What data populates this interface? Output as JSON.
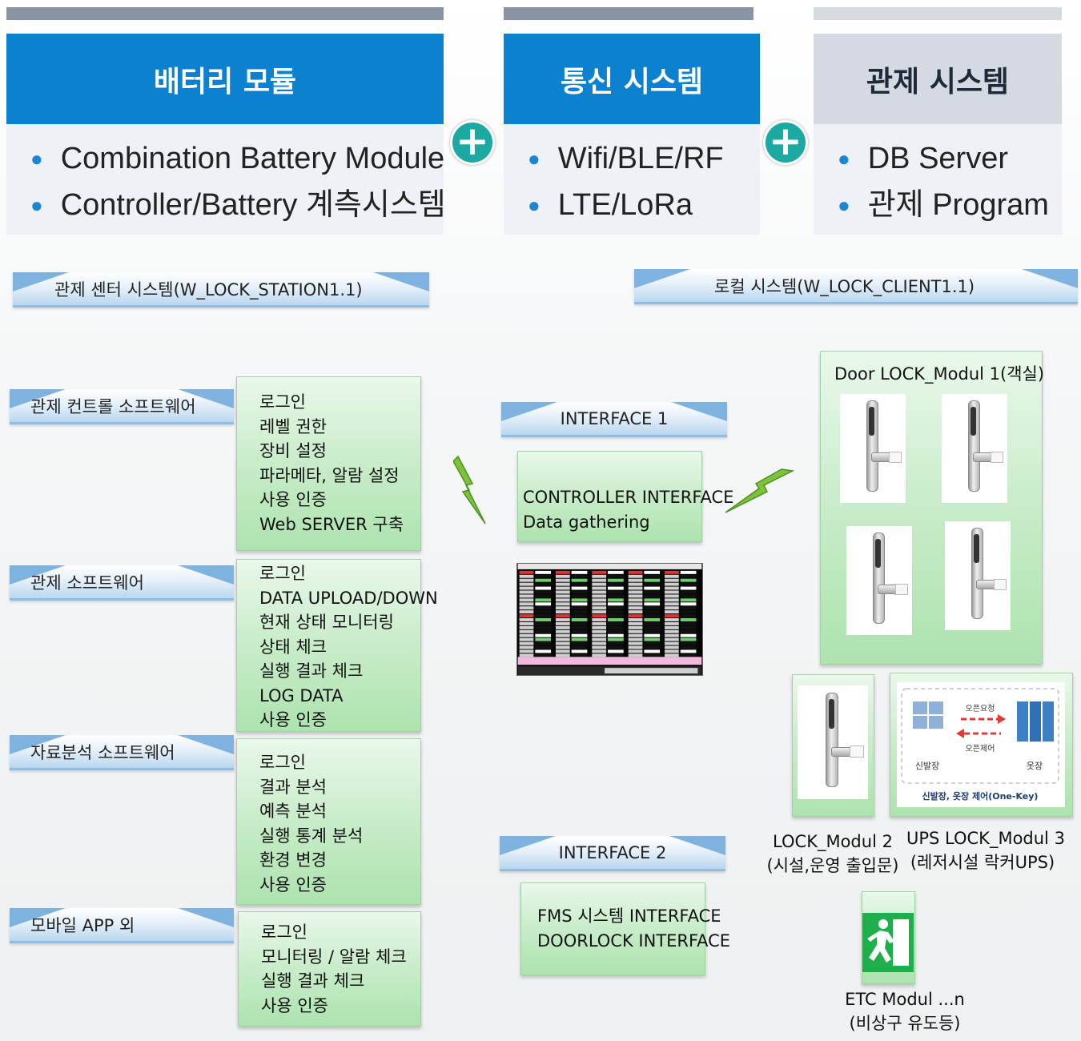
{
  "panels": [
    {
      "title": "배터리 모듈",
      "items": [
        "Combination Battery Module",
        "Controller/Battery 계측시스템"
      ],
      "head_color": "#0b81d0",
      "bar_color": "#8a95a3",
      "title_color": "#ffffff"
    },
    {
      "title": "통신 시스템",
      "items": [
        "Wifi/BLE/RF",
        "LTE/LoRa"
      ],
      "head_color": "#0b81d0",
      "bar_color": "#8a95a3",
      "title_color": "#ffffff"
    },
    {
      "title": "관제 시스템",
      "items": [
        "DB Server",
        "관제 Program"
      ],
      "head_color": "#d4d9e2",
      "bar_color": "#d6dae1",
      "title_color": "#1e2a3a"
    }
  ],
  "headers": {
    "station": "관제 센터 시스템(W_LOCK_STATION1.1)",
    "client": "로컬 시스템(W_LOCK_CLIENT1.1)"
  },
  "modules": [
    {
      "name": "관제 컨트롤 소프트웨어",
      "features": [
        "로그인",
        "레벨 권한",
        "장비 설정",
        "파라메타, 알람 설정",
        "사용 인증",
        "Web SERVER 구축"
      ]
    },
    {
      "name": "관제 소프트웨어",
      "features": [
        "로그인",
        "DATA UPLOAD/DOWN",
        "현재 상태 모니터링",
        "상태 체크",
        "실행 결과 체크",
        "LOG DATA",
        "사용 인증"
      ]
    },
    {
      "name": "자료분석 소프트웨어",
      "features": [
        "로그인",
        "결과 분석",
        "예측 분석",
        "실행 통계 분석",
        "환경 변경",
        "사용 인증"
      ]
    },
    {
      "name": "모바일 APP 외",
      "features": [
        "로그인",
        "모니터링 / 알람 체크",
        "실행 결과 체크",
        "사용 인증"
      ]
    }
  ],
  "interfaces": [
    {
      "name": "INTERFACE 1",
      "lines": [
        "CONTROLLER INTERFACE",
        "Data gathering"
      ]
    },
    {
      "name": "INTERFACE 2",
      "lines": [
        "FMS 시스템 INTERFACE",
        "DOORLOCK INTERFACE"
      ]
    }
  ],
  "local": {
    "door_lock_title": "Door LOCK_Modul 1(객실)",
    "lock2": [
      "LOCK_Modul 2",
      "(시설,운영 출입문)"
    ],
    "ups": [
      "UPS LOCK_Modul 3",
      "(레저시설 락커UPS)"
    ],
    "ups_graphic": {
      "open_request": "오픈요청",
      "open_control": "오픈제어",
      "shoe": "신발장",
      "closet": "옷장",
      "caption": "신발장, 옷장 제어(One-Key)"
    },
    "etc": [
      "ETC Modul ...n",
      "(비상구 유도등)"
    ]
  },
  "icons": {
    "plus": "plus-icon",
    "lightning": "lightning-icon",
    "exit": "emergency-exit-icon"
  }
}
